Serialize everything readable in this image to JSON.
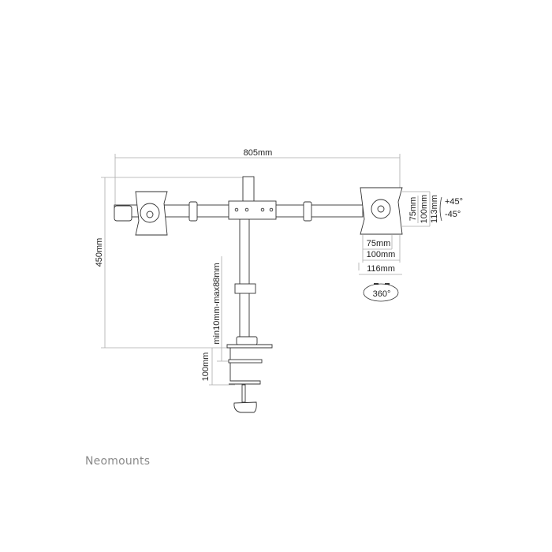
{
  "dimensions": {
    "total_width": "805mm",
    "total_height": "450mm",
    "clamp_range": "min10mm-max88mm",
    "clamp_depth": "100mm",
    "vesa_h_75": "75mm",
    "vesa_h_100": "100mm",
    "plate_h": "113mm",
    "vesa_w_75": "75mm",
    "vesa_w_100": "100mm",
    "plate_w": "116mm",
    "tilt_up": "+45°",
    "tilt_down": "-45°",
    "rotation": "360°"
  },
  "brand": "Neomounts",
  "colors": {
    "line": "#333333",
    "dim": "#999999",
    "brand": "#8a8a8a"
  }
}
